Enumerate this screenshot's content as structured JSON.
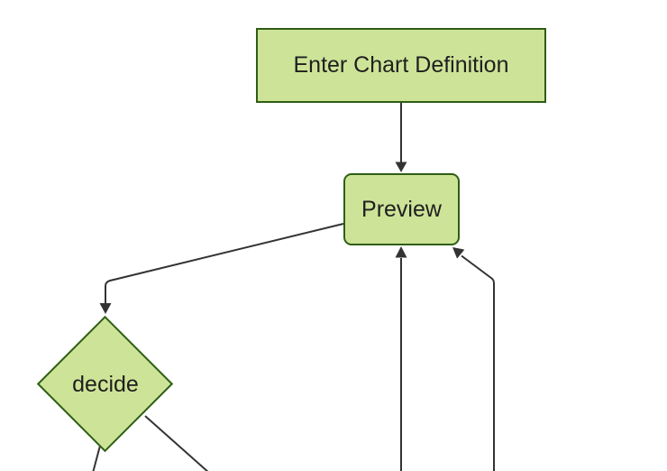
{
  "diagram": {
    "type": "flowchart",
    "direction": "top-down",
    "nodes": [
      {
        "id": "A",
        "label": "Enter Chart Definition",
        "shape": "rectangle"
      },
      {
        "id": "B",
        "label": "Preview",
        "shape": "rounded-rectangle"
      },
      {
        "id": "C",
        "label": "decide",
        "shape": "diamond"
      }
    ],
    "edges": [
      {
        "from": "enter-chart-definition",
        "to": "preview",
        "arrow": true
      },
      {
        "from": "preview",
        "to": "decide",
        "arrow": true
      },
      {
        "from": "decide",
        "to": "offscreen-bottom-left",
        "arrow": false
      },
      {
        "from": "decide",
        "to": "offscreen-bottom-right",
        "arrow": false
      },
      {
        "from": "offscreen-bottom",
        "to": "preview",
        "arrow": true
      },
      {
        "from": "offscreen-bottom-right",
        "to": "preview",
        "arrow": true
      }
    ],
    "colors": {
      "background": "#ffffff",
      "node-fill": "#cde498",
      "node-border": "#2f5d15",
      "edge-line": "#333333",
      "text": "#1f1f1f"
    }
  }
}
